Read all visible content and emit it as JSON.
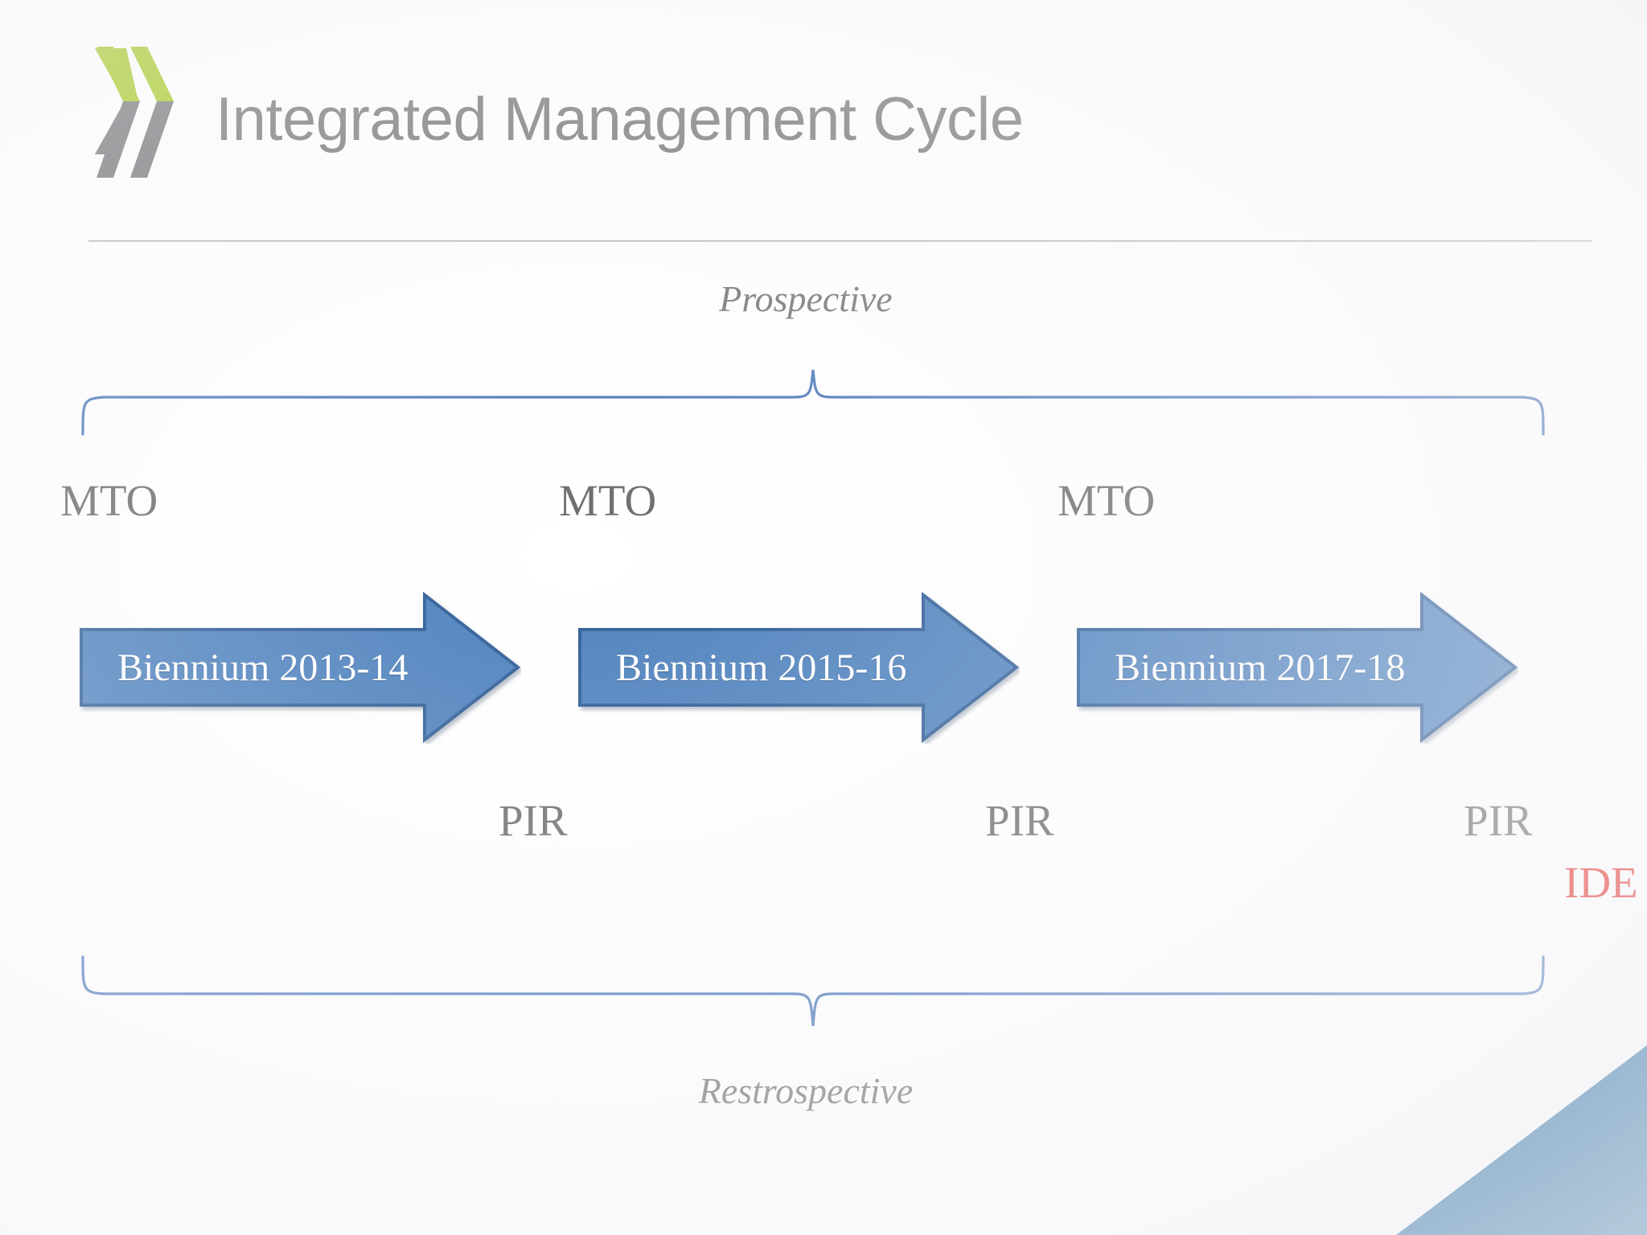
{
  "slide": {
    "title": "Integrated Management Cycle",
    "background_color": "#ffffff",
    "title_color": "#6d6e70",
    "corner_accent_color": "#0a5b96"
  },
  "logo": {
    "name": "double-chevron-logo",
    "green_color": "#9ec514",
    "gray_color": "#6d6e70"
  },
  "brackets": {
    "top_label": "Prospective",
    "bottom_label": "Restrospective",
    "color": "#4a76b8"
  },
  "diagram": {
    "mto_row": {
      "label_text": "MTO",
      "items": [
        "MTO",
        "MTO",
        "MTO"
      ],
      "arrow_color": "#6a6a6d",
      "direction": "right"
    },
    "biennium_row": {
      "arrow_fill": "#4e81bd",
      "arrow_stroke": "#2f5d96",
      "text_color": "#ffffff",
      "items": [
        {
          "label": "Biennium 2013-14"
        },
        {
          "label": "Biennium 2015-16"
        },
        {
          "label": "Biennium 2017-18"
        }
      ]
    },
    "pir_row": {
      "items": [
        "PIR",
        "PIR",
        "PIR"
      ],
      "arrow_color": "#6a6a6d",
      "direction": "left"
    },
    "ide_row": {
      "label": "IDE",
      "arrow_color": "#ee1c10",
      "text_color": "#e3221a",
      "direction": "left"
    }
  }
}
